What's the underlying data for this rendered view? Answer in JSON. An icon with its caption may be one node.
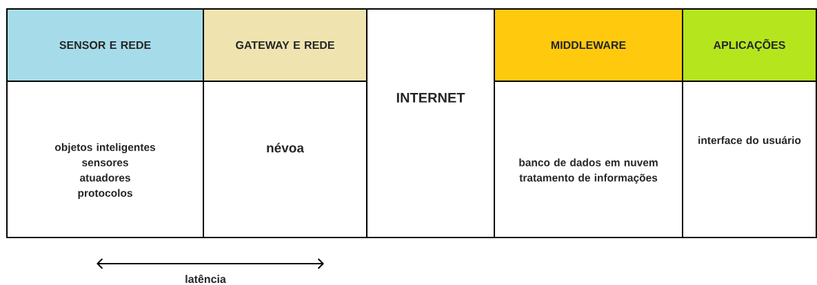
{
  "diagram": {
    "nodes": [
      {
        "text": [
          "SENSOR E REDE"
        ]
      },
      {
        "text": [
          "GATEWAY E REDE"
        ]
      },
      {
        "text": [
          "INTERNET"
        ]
      },
      {
        "text": [
          "MIDDLEWARE"
        ]
      },
      {
        "text": [
          "APLICAÇÕES"
        ]
      },
      {
        "text": [
          "objetos inteligentes",
          "sensores",
          "atuadores",
          "protocolos"
        ]
      },
      {
        "text": [
          "névoa"
        ]
      },
      {
        "text": [
          "banco de dados em nuvem",
          "tratamento de informações"
        ]
      },
      {
        "text": [
          "interface do usuário"
        ]
      }
    ],
    "labels": [
      "latência"
    ]
  }
}
